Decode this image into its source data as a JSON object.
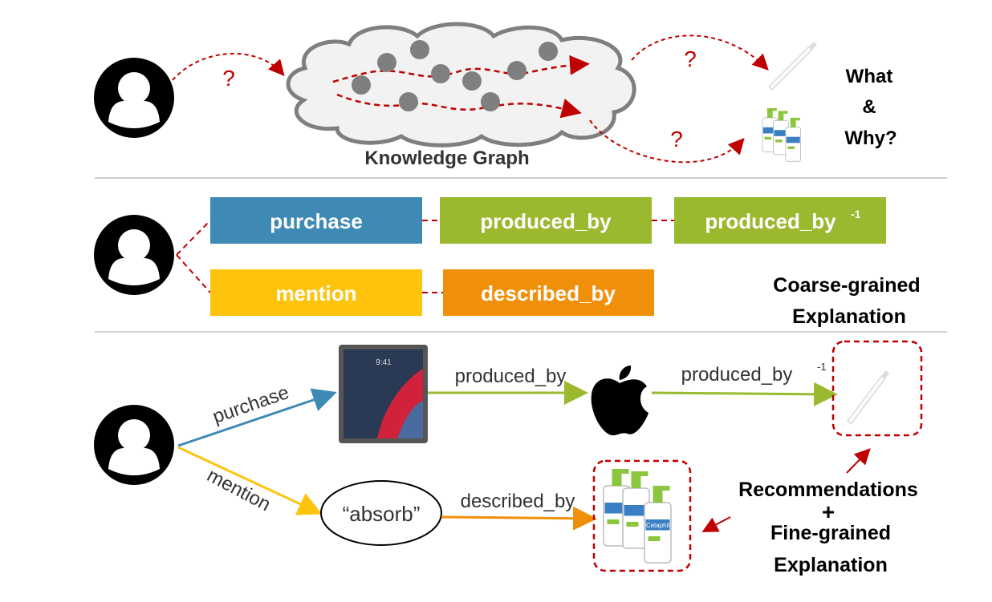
{
  "colors": {
    "dashed_red": "#c00000",
    "purchase": "#3f8ab5",
    "produced_by": "#9ab92f",
    "mention": "#fec30d",
    "described_by": "#f0900a",
    "kg_node": "#7f7f7f",
    "cloud_fill": "#f2f2f2",
    "cloud_stroke": "#7f7f7f"
  },
  "top": {
    "kg_label": "Knowledge Graph",
    "question_mark": "?",
    "what": "What",
    "amp": "&",
    "why": "Why?"
  },
  "middle": {
    "boxes": [
      {
        "label": "purchase"
      },
      {
        "label": "produced_by"
      },
      {
        "label": "produced_by",
        "sup": "-1"
      },
      {
        "label": "mention"
      },
      {
        "label": "described_by"
      }
    ],
    "caption_line1": "Coarse-grained",
    "caption_line2": "Explanation"
  },
  "bottom": {
    "edge_purchase": "purchase",
    "edge_produced_by": "produced_by",
    "edge_produced_by_inv": "produced_by",
    "edge_produced_by_inv_sup": "-1",
    "edge_mention": "mention",
    "edge_described_by": "described_by",
    "entity_word": "“absorb”",
    "ipad_time": "9:41",
    "brand_label": "Cetaphil",
    "caption_line1": "Recommendations",
    "caption_plus": "+",
    "caption_line2": "Fine-grained",
    "caption_line3": "Explanation"
  }
}
